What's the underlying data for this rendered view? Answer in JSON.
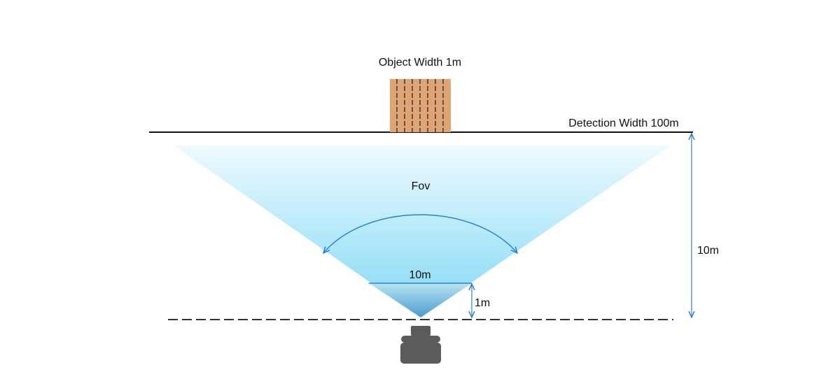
{
  "labels": {
    "object_width": "Object Width 1m",
    "detection_width": "Detection Width 100m",
    "fov": "Fov",
    "inner_width": "10m",
    "inner_depth": "1m",
    "total_depth": "10m"
  },
  "colors": {
    "beam_top": "#eefaff",
    "beam_bottom": "#7fd9f5",
    "cone_top": "#b8e4f4",
    "cone_bottom": "#4a9ccc",
    "arrow": "#2f7fd9",
    "line": "#111111",
    "box_fill": "#dfa574",
    "box_stripe": "#6e5040",
    "sensor": "#5b5b5b"
  },
  "icons": [
    "lidar-sensor-icon",
    "wooden-crate-icon"
  ]
}
